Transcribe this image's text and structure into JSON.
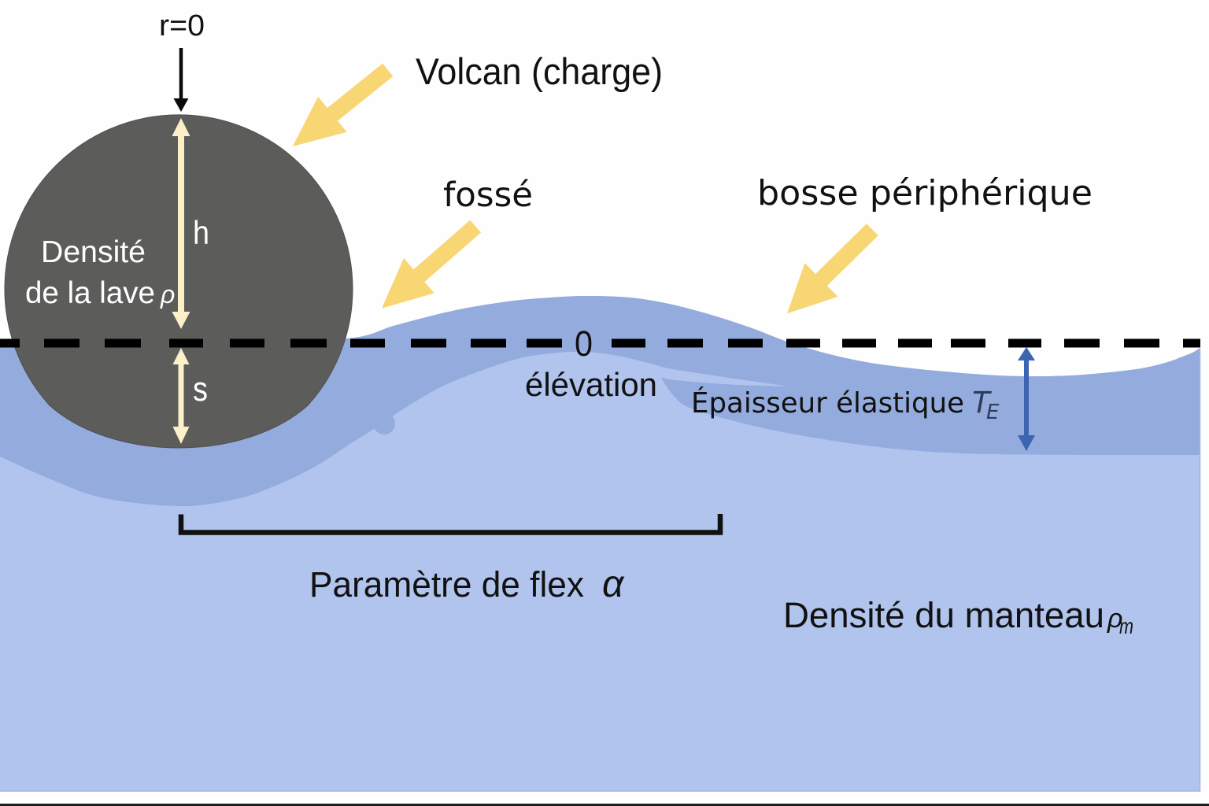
{
  "diagram": {
    "labels": {
      "origin": "r=0",
      "load": "Volcan (charge)",
      "moat": "fossé",
      "peripheral_bulge": "bosse périphérique",
      "lava_density": {
        "line1": "Densité",
        "line2": "de la lave",
        "symbol": "ρ"
      },
      "load_height": "h",
      "depression_depth": "s",
      "reference_level": {
        "value": "0",
        "label": "élévation"
      },
      "elastic_thickness": {
        "label": "Épaisseur élastique",
        "symbol": "T",
        "subscript": "E"
      },
      "flexural_parameter": {
        "label": "Paramètre de flex",
        "symbol": "α"
      },
      "mantle_density": {
        "label": "Densité du manteau",
        "symbol": "ρ",
        "subscript": "m"
      }
    },
    "colors": {
      "background": "#fefefe",
      "volcano": "#5c5c5a",
      "lithosphere": "#94abde",
      "mantle": "#b1c4ee",
      "pointer_arrows": "#f9d674",
      "dimension_arrows": "#fcf0c8",
      "thickness_arrow": "#3c64b0",
      "reference_line": "#000000",
      "symbol_te": "#2e3b59"
    }
  }
}
